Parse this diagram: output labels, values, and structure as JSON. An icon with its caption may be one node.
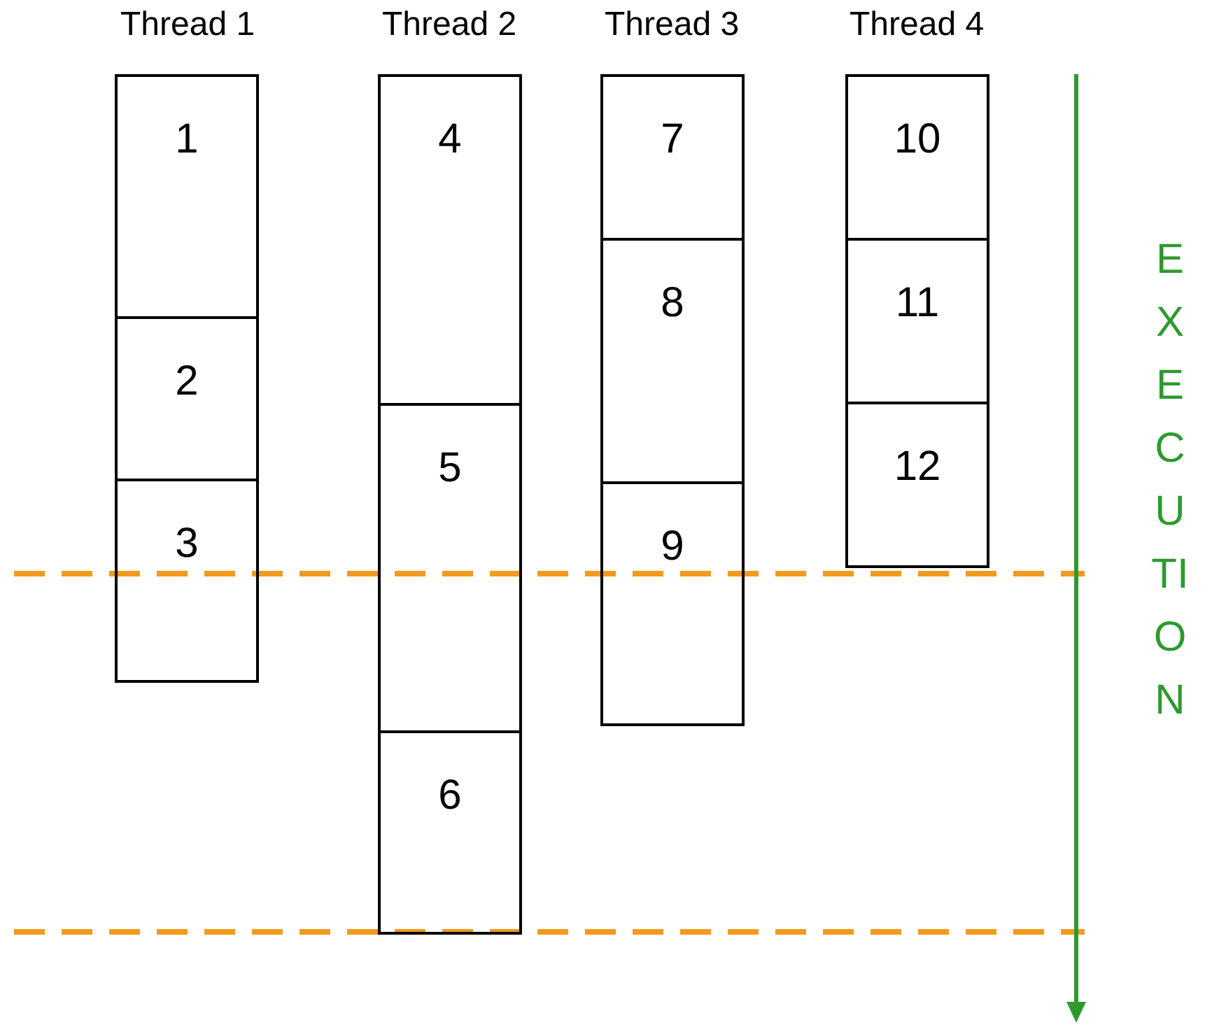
{
  "diagram": {
    "nodes": [
      {
        "text": [
          "1"
        ]
      },
      {
        "text": [
          "2"
        ]
      },
      {
        "text": [
          "3"
        ]
      },
      {
        "text": [
          "4"
        ]
      },
      {
        "text": [
          "5"
        ]
      },
      {
        "text": [
          "6"
        ]
      },
      {
        "text": [
          "7"
        ]
      },
      {
        "text": [
          "8"
        ]
      },
      {
        "text": [
          "9"
        ]
      },
      {
        "text": [
          "10"
        ]
      },
      {
        "text": [
          "11"
        ]
      },
      {
        "text": [
          "12"
        ]
      }
    ],
    "edges": [],
    "labels": [
      "Thread 1",
      "Thread 2",
      "Thread 3",
      "Thread 4",
      "EXECUTION"
    ]
  }
}
